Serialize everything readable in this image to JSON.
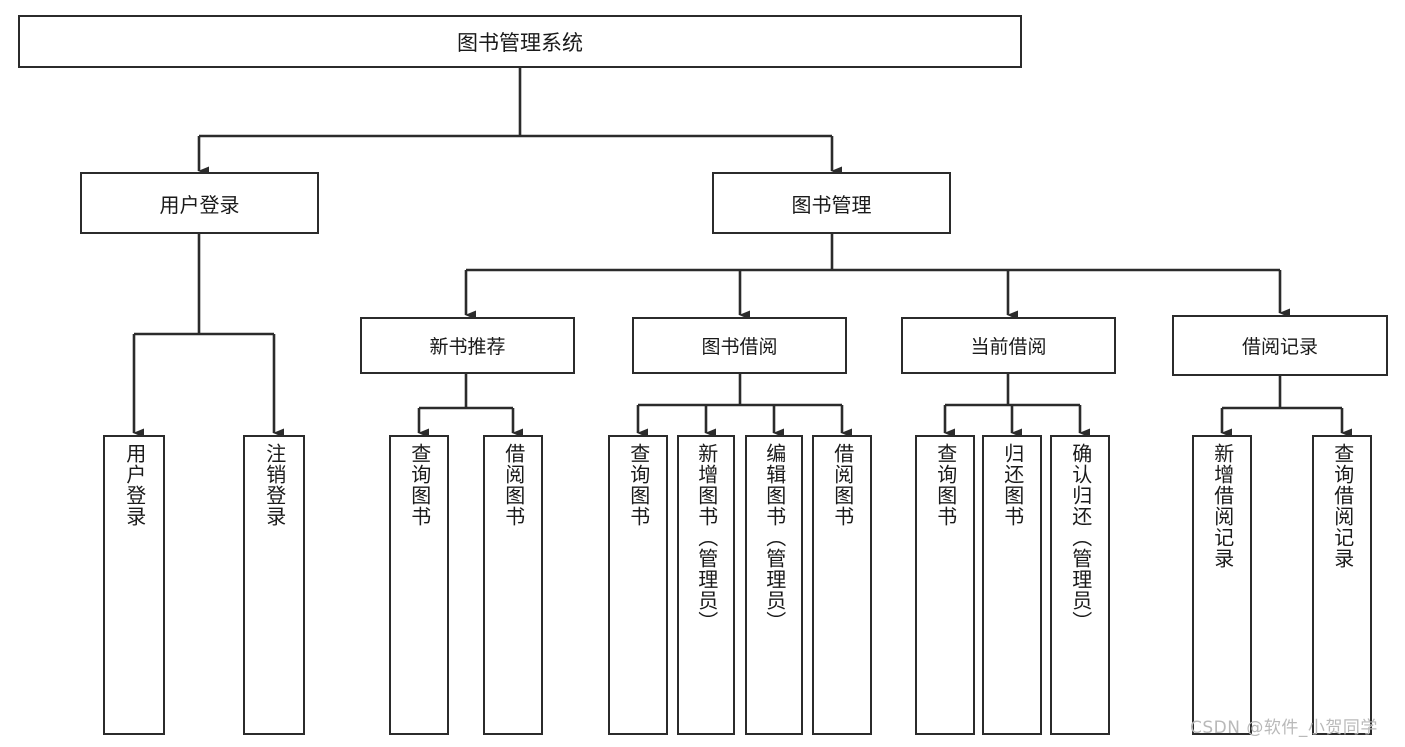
{
  "diagram": {
    "title": "图书管理系统",
    "type": "tree-diagram",
    "root": {
      "id": "root",
      "label": "图书管理系统"
    },
    "level2": [
      {
        "id": "user-login",
        "label": "用户登录"
      },
      {
        "id": "book-management",
        "label": "图书管理"
      }
    ],
    "level3": [
      {
        "id": "new-book-recommend",
        "label": "新书推荐"
      },
      {
        "id": "book-borrow",
        "label": "图书借阅"
      },
      {
        "id": "current-borrow",
        "label": "当前借阅"
      },
      {
        "id": "borrow-record",
        "label": "借阅记录"
      }
    ],
    "leaves": {
      "user_login": [
        {
          "id": "leaf-user-login",
          "label": "用户登录"
        },
        {
          "id": "leaf-logout",
          "label": "注销登录"
        }
      ],
      "new_book_recommend": [
        {
          "id": "leaf-query-book-1",
          "label": "查询图书"
        },
        {
          "id": "leaf-borrow-book-1",
          "label": "借阅图书"
        }
      ],
      "book_borrow": [
        {
          "id": "leaf-query-book-2",
          "label": "查询图书"
        },
        {
          "id": "leaf-add-book",
          "label": "新增图书（管理员）"
        },
        {
          "id": "leaf-edit-book",
          "label": "编辑图书（管理员）"
        },
        {
          "id": "leaf-borrow-book-2",
          "label": "借阅图书"
        }
      ],
      "current_borrow": [
        {
          "id": "leaf-query-book-3",
          "label": "查询图书"
        },
        {
          "id": "leaf-return-book",
          "label": "归还图书"
        },
        {
          "id": "leaf-confirm-return",
          "label": "确认归还（管理员）"
        }
      ],
      "borrow_record": [
        {
          "id": "leaf-add-record",
          "label": "新增借阅记录"
        },
        {
          "id": "leaf-query-record",
          "label": "查询借阅记录"
        }
      ]
    },
    "colors": {
      "stroke": "#2b2b2b",
      "fill": "#ffffff",
      "text": "#1a1a1a",
      "watermark": "#b9b9b9"
    }
  },
  "watermark": {
    "text": "CSDN @软件_小贺同学"
  }
}
